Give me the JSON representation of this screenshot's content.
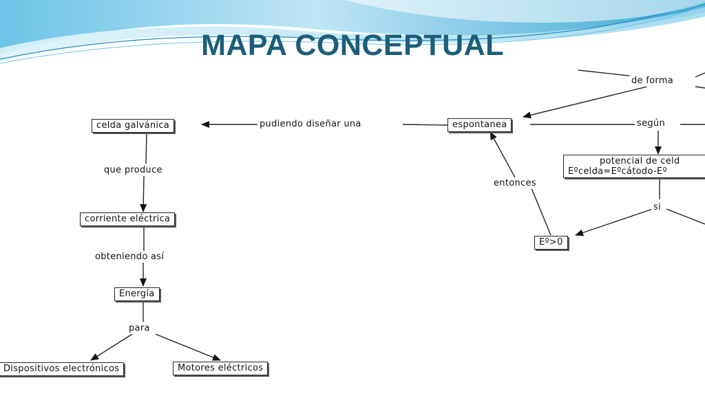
{
  "slide": {
    "title": "MAPA CONCEPTUAL"
  },
  "nodes": {
    "celda_galvanica": "celda galvánica",
    "corriente_electrica": "corriente eléctrica",
    "energia": "Energía",
    "dispositivos_electronicos": "Dispositivos electrónicos",
    "motores_electricos": "Motores eléctricos",
    "espontanea": "espontanea",
    "potencial_de_celda_line1": "potencial de celd",
    "potencial_de_celda_line2": "Eºcelda=Eºcátodo-Eº",
    "e_mayor_cero": "Eº>0"
  },
  "links": {
    "de_forma": "de forma",
    "pudiendo_disenar_una": "pudiendo diseñar una",
    "segun": "según",
    "que_produce": "que produce",
    "entonces": "entonces",
    "si": "si",
    "obteniendo_asi": "obteniendo así",
    "para": "para"
  },
  "colors": {
    "title": "#1b5e7a",
    "wave_light": "#bfe6f4",
    "wave_mid": "#7ccde8",
    "wave_dark": "#3aa7d3"
  }
}
